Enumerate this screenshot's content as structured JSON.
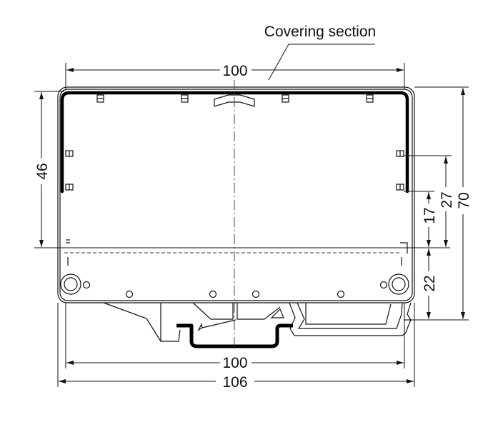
{
  "callout": {
    "covering_section": "Covering section"
  },
  "dimensions": {
    "top_width": "100",
    "left_height": "46",
    "right_17": "17",
    "right_27": "27",
    "right_70": "70",
    "right_22": "22",
    "bottom_width_inner": "100",
    "bottom_width_outer": "106"
  }
}
